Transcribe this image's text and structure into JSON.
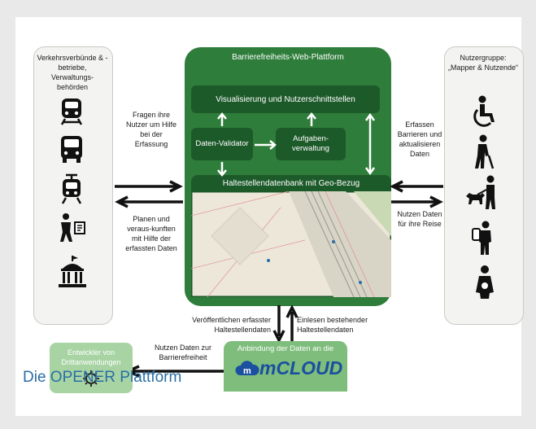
{
  "left_group": {
    "title": "Verkehrsverbünde & -betriebe, Verwaltungs-behörden",
    "icons": [
      "train-icon",
      "bus-icon",
      "tram-icon",
      "person-with-document-icon",
      "government-building-icon"
    ]
  },
  "right_group": {
    "title": "Nutzergruppe: „Mapper & Nutzende“",
    "icons": [
      "wheelchair-user-icon",
      "person-with-cane-icon",
      "person-with-guide-dog-icon",
      "person-with-phone-icon",
      "elderly-person-icon"
    ]
  },
  "platform": {
    "title": "Barrierefreiheits-Web-Plattform",
    "visualization": "Visualisierung und Nutzerschnittstellen",
    "validator": "Daten-Validator",
    "tasks": "Aufgaben-verwaltung",
    "database": "Haltestellendatenbank mit Geo-Bezug"
  },
  "labels": {
    "left_top": "Fragen ihre Nutzer um Hilfe bei der Erfassung",
    "left_bottom": "Planen und veraus-kunften mit Hilfe der erfassten Daten",
    "right_top": "Erfassen Barrieren und aktualisieren Daten",
    "right_bottom": "Nutzen Daten für ihre Reise",
    "publish": "Veröffentlichen erfasster Haltestellendaten",
    "import": "Einlesen bestehender Haltestellendaten",
    "use_data": "Nutzen Daten zur Barrierefreiheit"
  },
  "developers": {
    "title": "Entwickler von Drittanwendungen"
  },
  "mcloud": {
    "title": "Anbindung der Daten an die",
    "logo_text": "mCLOUD"
  },
  "caption": "Die OPENER Plattform",
  "colors": {
    "dark_green": "#1d5a2a",
    "panel_green": "#2f7d3b",
    "light_green": "#57a85a",
    "caption_blue": "#2a6ea5",
    "mcloud_blue": "#1b4fa0"
  }
}
